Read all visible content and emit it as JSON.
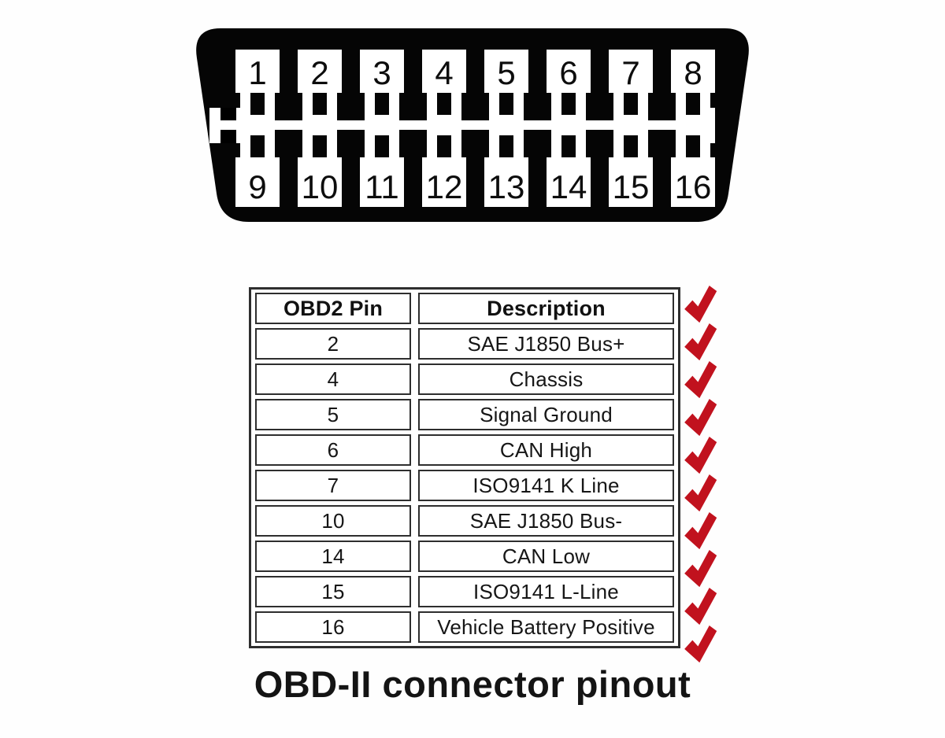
{
  "connector": {
    "top_pins": [
      "1",
      "2",
      "3",
      "4",
      "5",
      "6",
      "7",
      "8"
    ],
    "bottom_pins": [
      "9",
      "10",
      "11",
      "12",
      "13",
      "14",
      "15",
      "16"
    ],
    "body_color": "#050505",
    "cavity_color": "#ffffff"
  },
  "table": {
    "headers": [
      "OBD2 Pin",
      "Description"
    ],
    "rows": [
      [
        "2",
        "SAE J1850 Bus+"
      ],
      [
        "4",
        "Chassis"
      ],
      [
        "5",
        "Signal Ground"
      ],
      [
        "6",
        "CAN High"
      ],
      [
        "7",
        "ISO9141 K Line"
      ],
      [
        "10",
        "SAE J1850 Bus-"
      ],
      [
        "14",
        "CAN Low"
      ],
      [
        "15",
        "ISO9141 L-Line"
      ],
      [
        "16",
        "Vehicle Battery Positive"
      ]
    ],
    "border_color": "#2e2e2e",
    "checkmark_color": "#c1121e",
    "checkmark_count": 10
  },
  "caption": "OBD-II connector pinout"
}
